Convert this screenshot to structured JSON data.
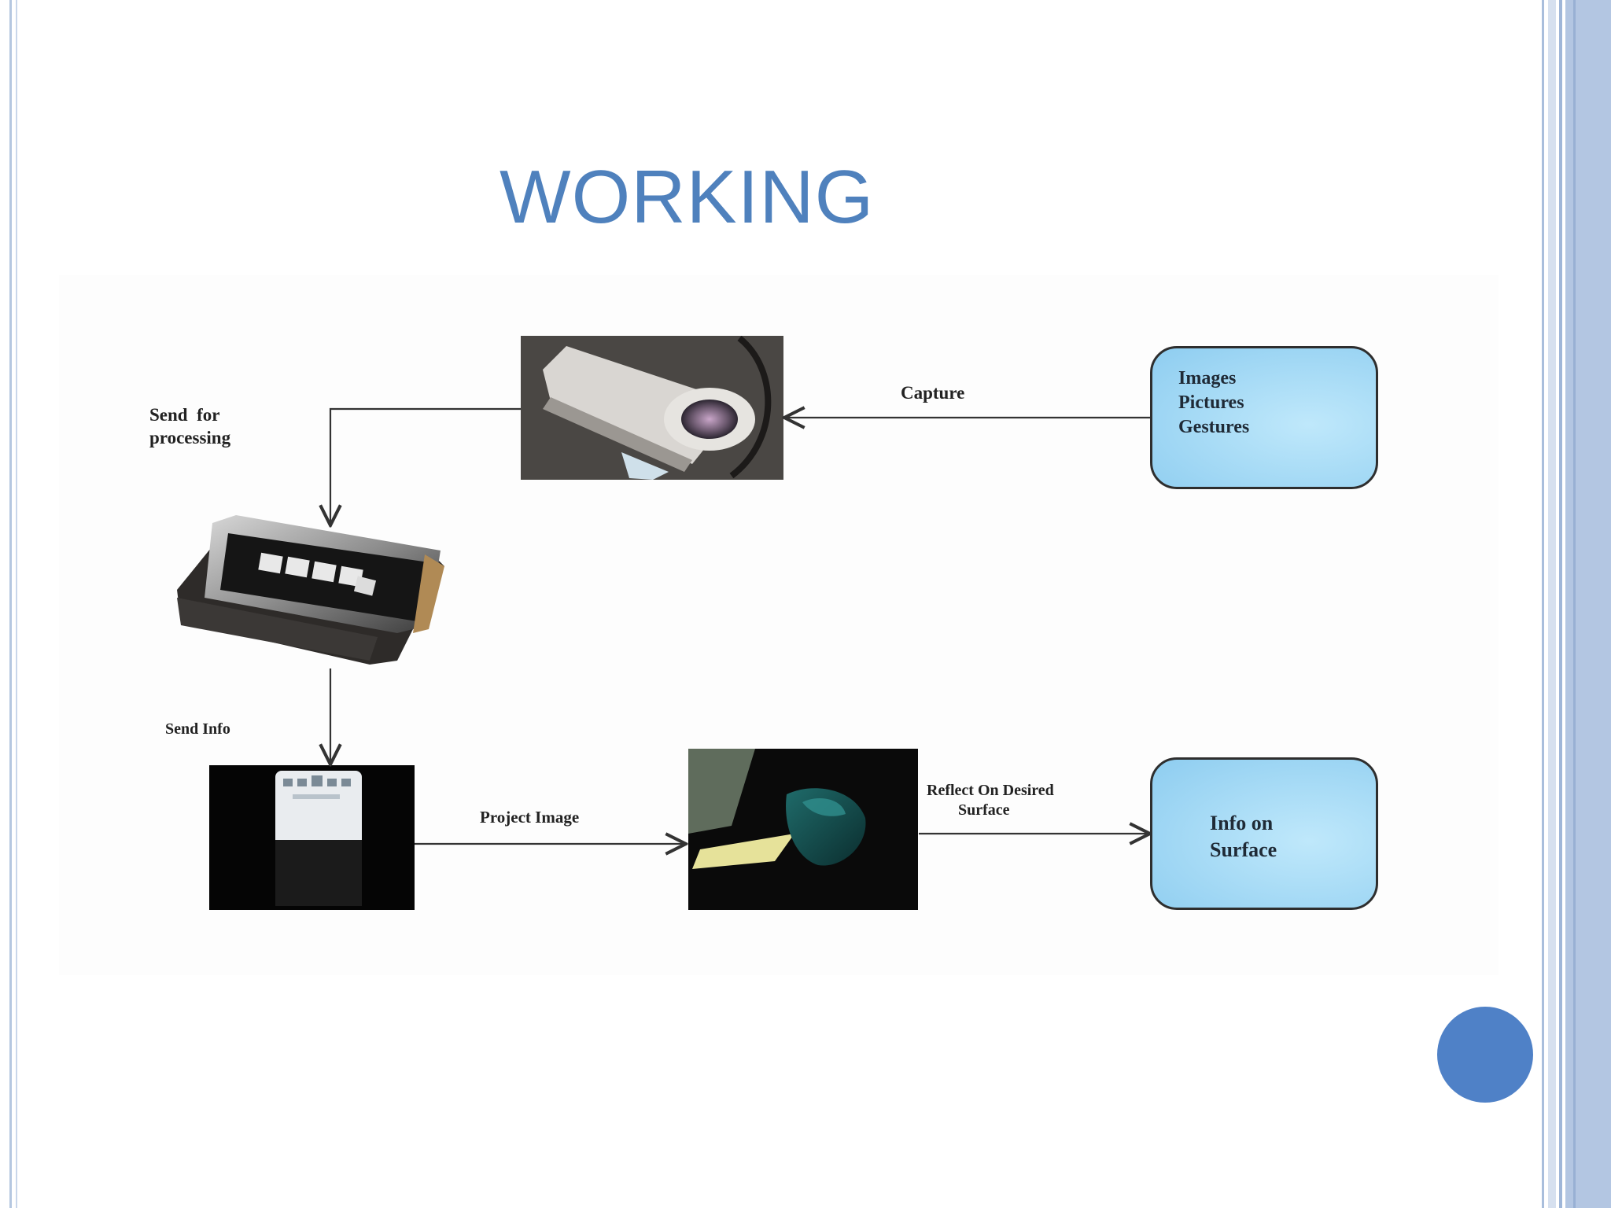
{
  "slide": {
    "title": "WORKING"
  },
  "diagram": {
    "labels": {
      "send_for_processing": "Send  for\nprocessing",
      "capture": "Capture",
      "send_info": "Send Info",
      "project_image": "Project Image",
      "reflect": "Reflect On Desired\n        Surface"
    },
    "boxes": {
      "input": "Images\nPictures\nGestures",
      "output": "Info on\nSurface"
    }
  },
  "colors": {
    "title": "#4f81bd",
    "accent_circle": "#4f81c7",
    "box_fill": "#a9dcf6"
  }
}
